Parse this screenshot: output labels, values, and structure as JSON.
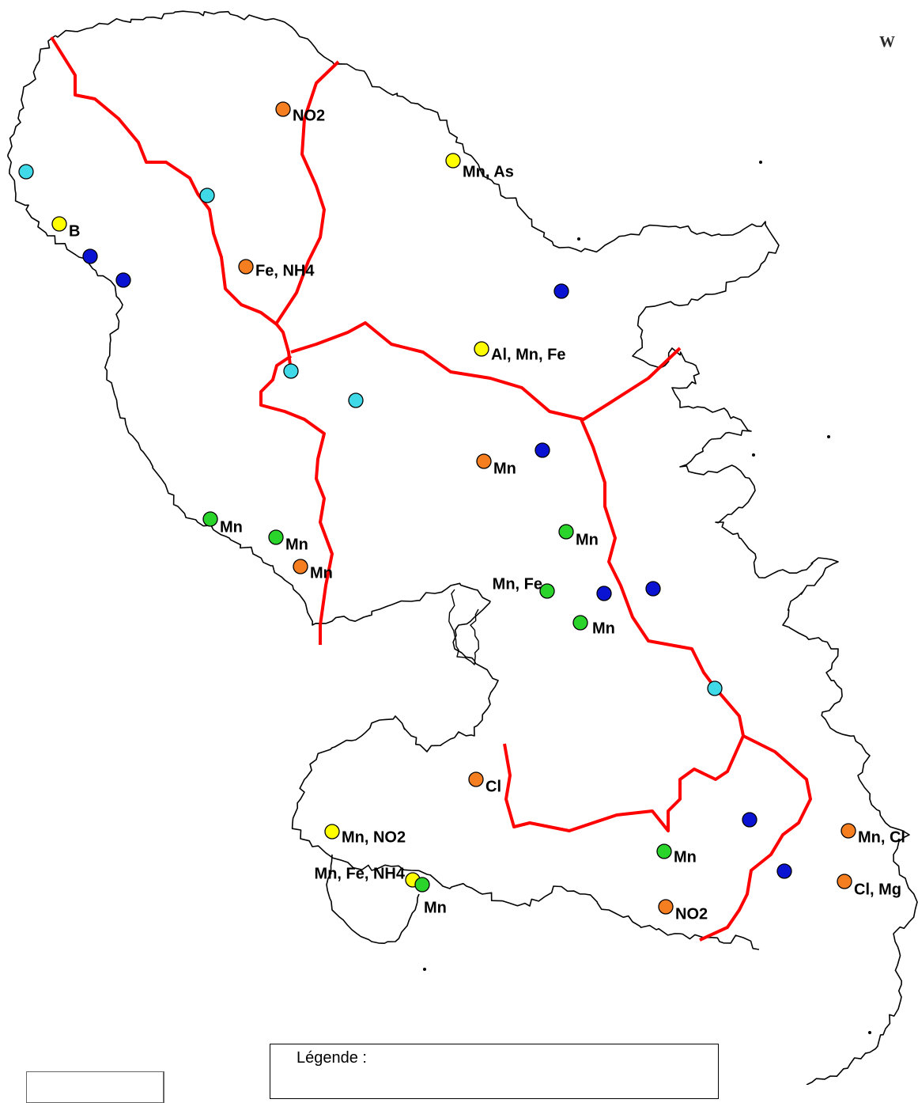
{
  "corner_mark": "W",
  "legend": {
    "title": "Légende :"
  },
  "colors": {
    "boundary": "#ff0000",
    "coast": "#000000",
    "orange": "#f57f20",
    "yellow": "#ffff00",
    "blue": "#0b13d2",
    "cyan": "#3fd9e8",
    "green": "#2ad42a"
  },
  "sites": [
    {
      "color": "orange",
      "label": "NO2"
    },
    {
      "color": "yellow",
      "label": "Mn, As"
    },
    {
      "color": "cyan",
      "label": ""
    },
    {
      "color": "cyan",
      "label": ""
    },
    {
      "color": "yellow",
      "label": "B"
    },
    {
      "color": "blue",
      "label": ""
    },
    {
      "color": "blue",
      "label": ""
    },
    {
      "color": "orange",
      "label": "Fe, NH4"
    },
    {
      "color": "blue",
      "label": ""
    },
    {
      "color": "yellow",
      "label": "Al, Mn, Fe"
    },
    {
      "color": "cyan",
      "label": ""
    },
    {
      "color": "cyan",
      "label": ""
    },
    {
      "color": "blue",
      "label": ""
    },
    {
      "color": "orange",
      "label": "Mn"
    },
    {
      "color": "green",
      "label": "Mn"
    },
    {
      "color": "green",
      "label": "Mn"
    },
    {
      "color": "green",
      "label": "Mn"
    },
    {
      "color": "orange",
      "label": "Mn"
    },
    {
      "color": "green",
      "label": "Mn, Fe"
    },
    {
      "color": "blue",
      "label": ""
    },
    {
      "color": "blue",
      "label": ""
    },
    {
      "color": "green",
      "label": "Mn"
    },
    {
      "color": "cyan",
      "label": ""
    },
    {
      "color": "orange",
      "label": "Cl"
    },
    {
      "color": "blue",
      "label": ""
    },
    {
      "color": "orange",
      "label": "Mn, Cl"
    },
    {
      "color": "yellow",
      "label": "Mn, NO2"
    },
    {
      "color": "green",
      "label": "Mn"
    },
    {
      "color": "yellow",
      "label": "Mn, Fe, NH4"
    },
    {
      "color": "green",
      "label": "Mn"
    },
    {
      "color": "blue",
      "label": ""
    },
    {
      "color": "orange",
      "label": "Cl, Mg"
    },
    {
      "color": "orange",
      "label": "NO2"
    }
  ]
}
